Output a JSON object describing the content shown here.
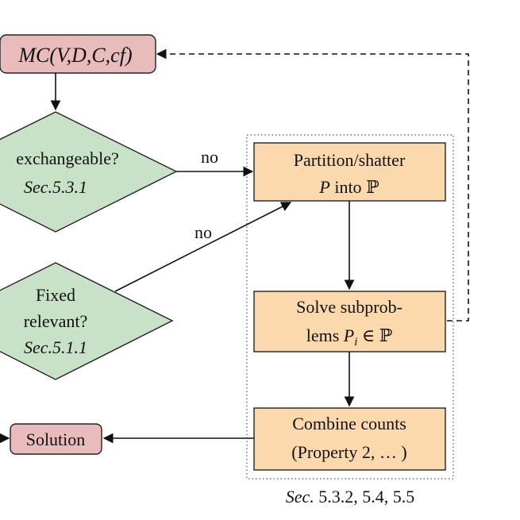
{
  "nodes": {
    "mc": {
      "text": "MC(V,D,C,cf)"
    },
    "exchangeable": {
      "line1": "exchangeable?",
      "line2": "Sec.5.3.1"
    },
    "fixed": {
      "line1": "Fixed",
      "line2": "relevant?",
      "line3": "Sec.5.1.1"
    },
    "partition": {
      "line1": "Partition/shatter",
      "line2_pre": "P",
      "line2_mid": " into ",
      "line2_post": "ℙ"
    },
    "solve": {
      "line1": "Solve subprob-",
      "line2_pre": "lems ",
      "line2_P": "P",
      "line2_i": "i",
      "line2_post": " ∈ ℙ"
    },
    "combine": {
      "line1": "Combine counts",
      "line2": "(Property 2, … )"
    },
    "solution": {
      "text": "Solution"
    }
  },
  "edges": {
    "no_top": "no",
    "no_bottom": "no"
  },
  "group_caption": {
    "sec": "Sec.",
    "refs": " 5.3.2, 5.4, 5.5"
  },
  "colors": {
    "pink_fill": "#e9bcbc",
    "green_fill": "#c7e2c7",
    "orange_fill": "#fcd8ad",
    "stroke": "#222222"
  }
}
